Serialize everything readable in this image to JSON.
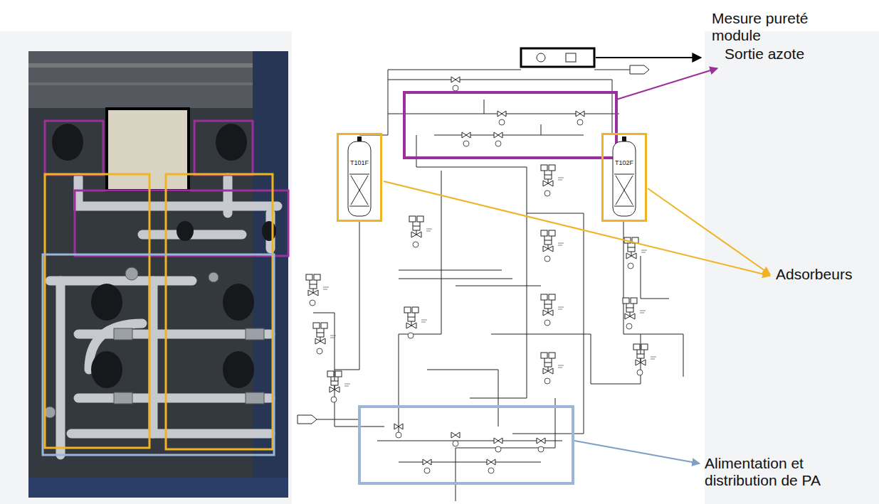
{
  "diagram": {
    "nodes": [
      {
        "text": [
          "T101F"
        ]
      },
      {
        "text": [
          "T102F"
        ]
      }
    ],
    "labels": [
      "Mesure pureté module",
      "Sortie azote",
      "Adsorbeurs",
      "Alimentation et distribution de PA"
    ]
  }
}
